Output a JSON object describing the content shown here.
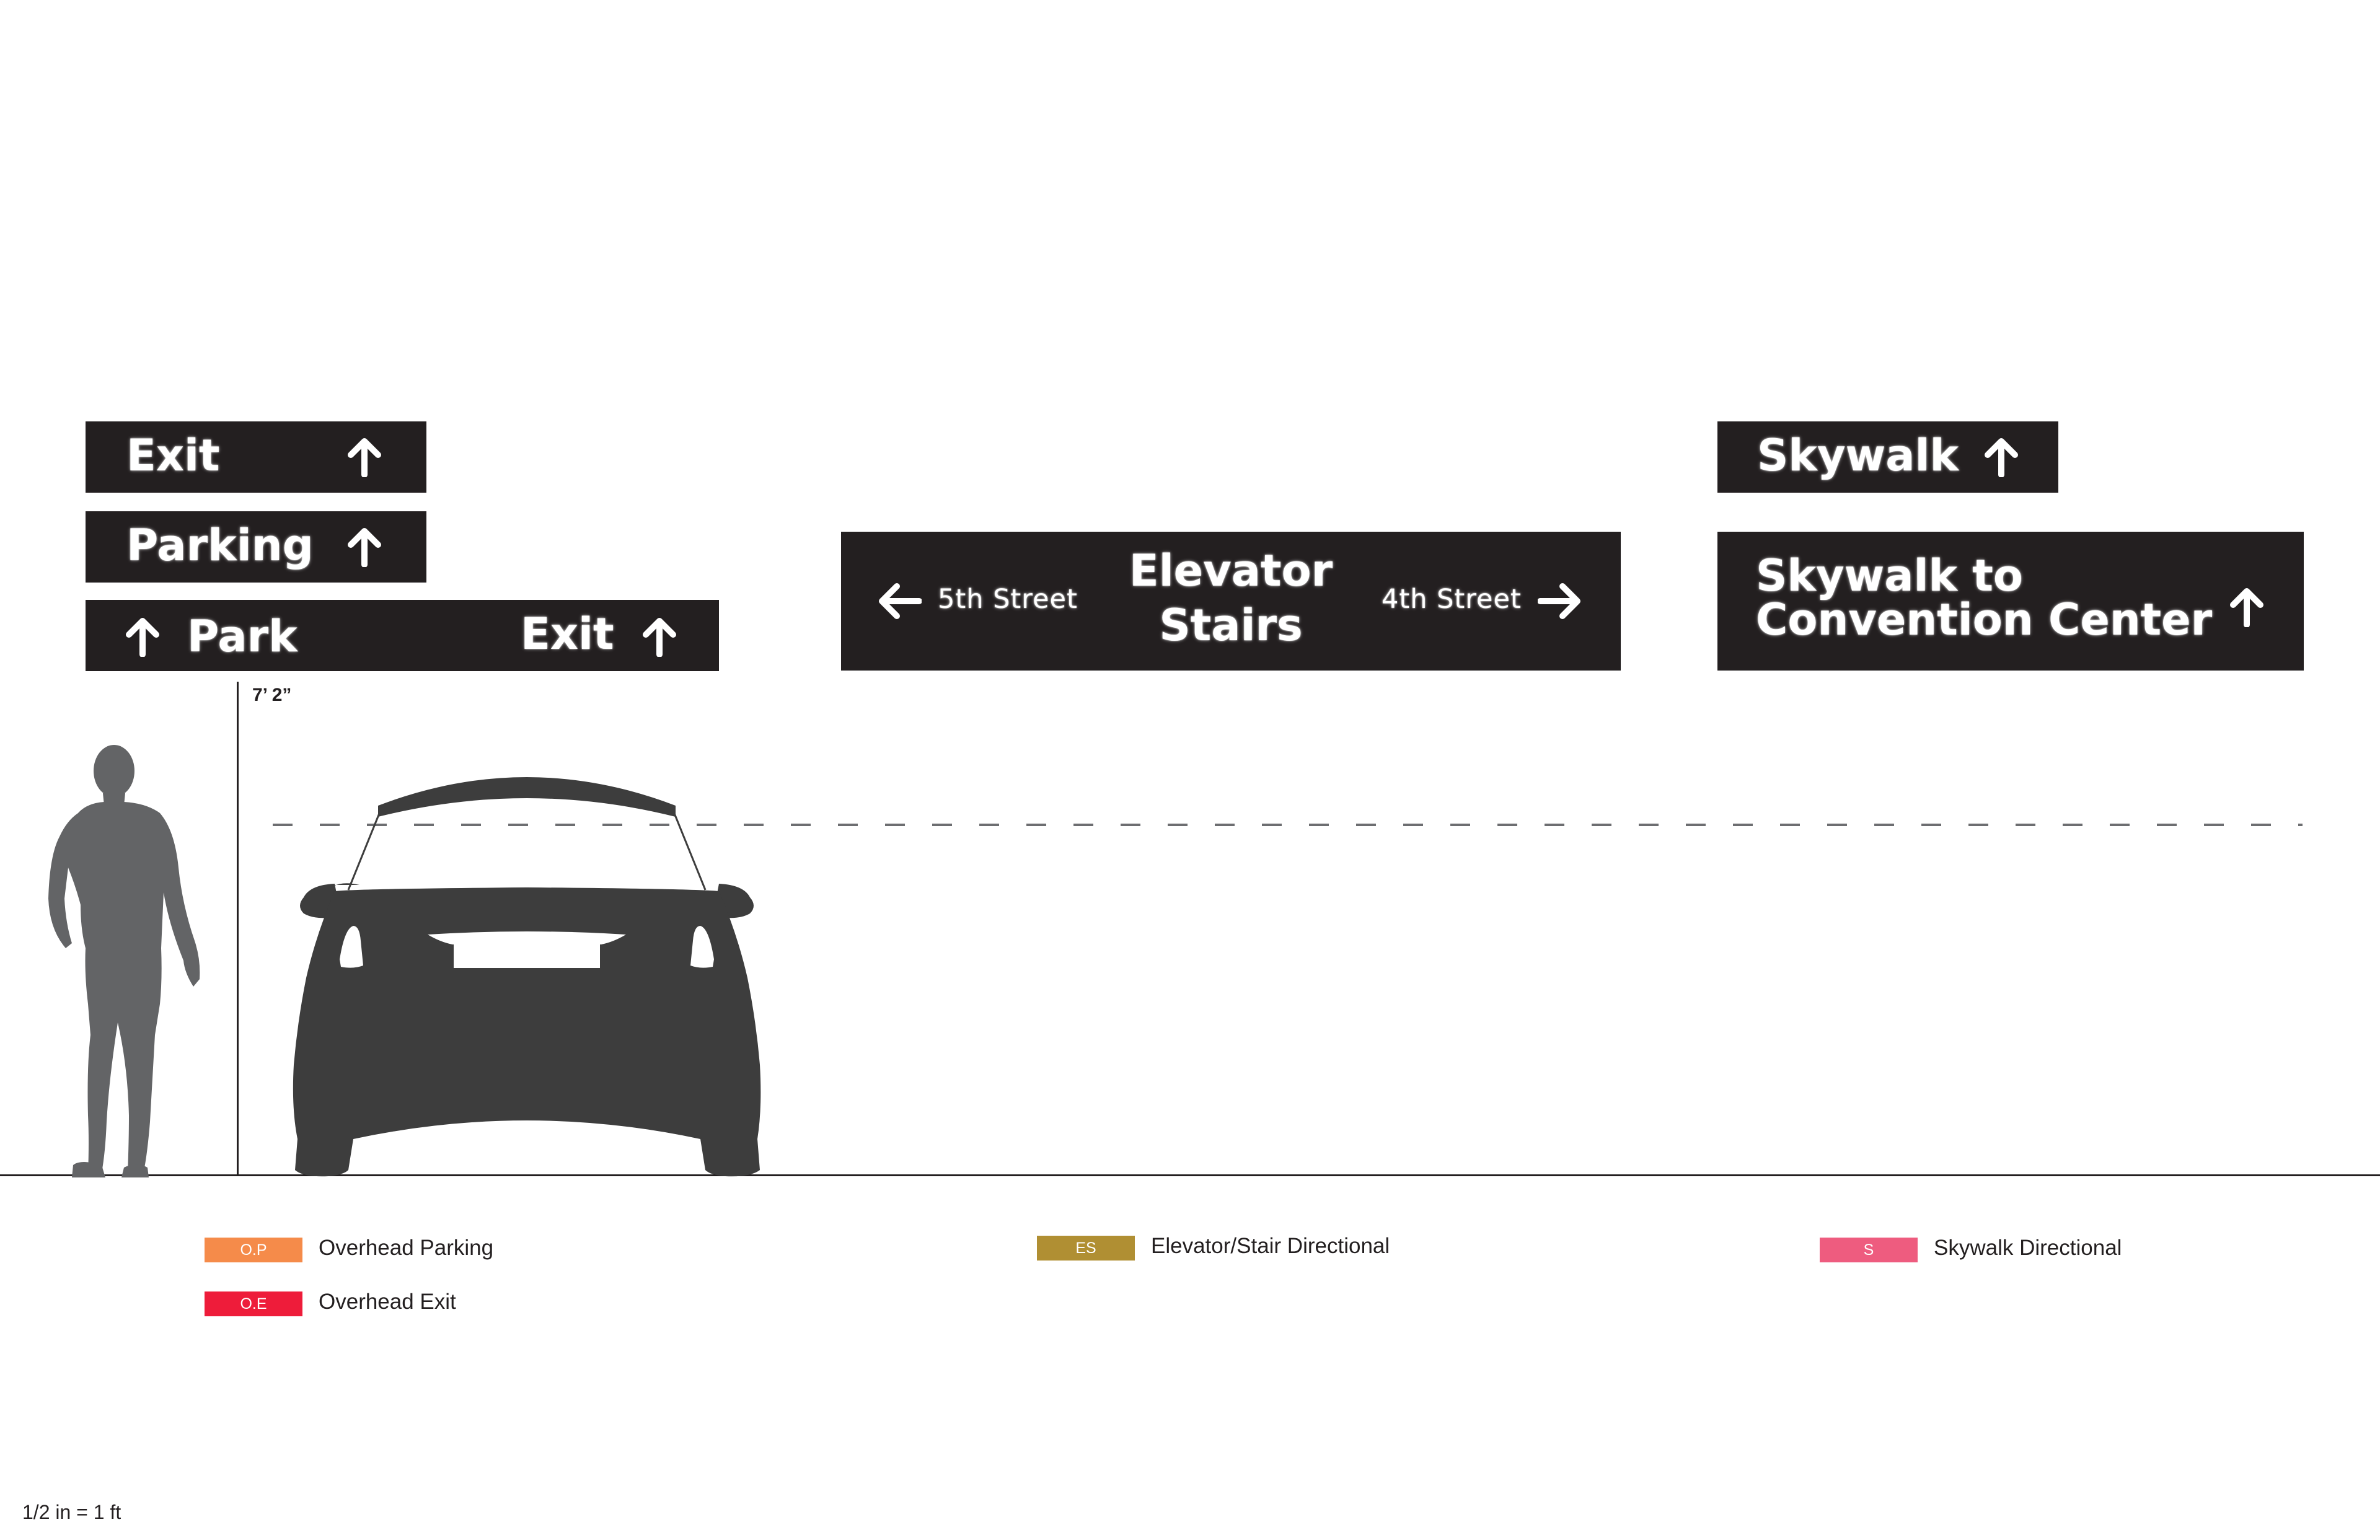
{
  "signs": {
    "exit": {
      "label": "Exit",
      "icon": "arrow-up-icon"
    },
    "parking": {
      "label": "Parking",
      "icon": "arrow-up-icon"
    },
    "park_exit": {
      "left_label": "Park",
      "right_label": "Exit",
      "icon": "arrow-up-icon"
    },
    "elevator": {
      "line1": "Elevator",
      "line2": "Stairs",
      "left_street": "5th Street",
      "right_street": "4th Street",
      "left_icon": "arrow-left-icon",
      "right_icon": "arrow-right-icon"
    },
    "skywalk": {
      "label": "Skywalk",
      "icon": "arrow-up-icon"
    },
    "skywalk_cc": {
      "line1": "Skywalk to",
      "line2": "Convention Center",
      "icon": "arrow-up-icon"
    }
  },
  "clearance": {
    "label": "7’ 2”"
  },
  "figures": {
    "person": "person-silhouette-icon",
    "car": "car-rear-silhouette-icon"
  },
  "legend": [
    {
      "code": "O.P",
      "label": "Overhead Parking",
      "color": "#f58b4a"
    },
    {
      "code": "O.E",
      "label": "Overhead Exit",
      "color": "#ee1c3a"
    },
    {
      "code": "ES",
      "label": "Elevator/Stair Directional",
      "color": "#b08f33"
    },
    {
      "code": "S",
      "label": "Skywalk Directional",
      "color": "#ee5c7f"
    }
  ],
  "scale": {
    "label": "1/2 in = 1 ft"
  },
  "colors": {
    "sign_bg": "#231f20",
    "sign_text": "#ffffff",
    "figure": "#636466",
    "car": "#3d3d3d"
  }
}
